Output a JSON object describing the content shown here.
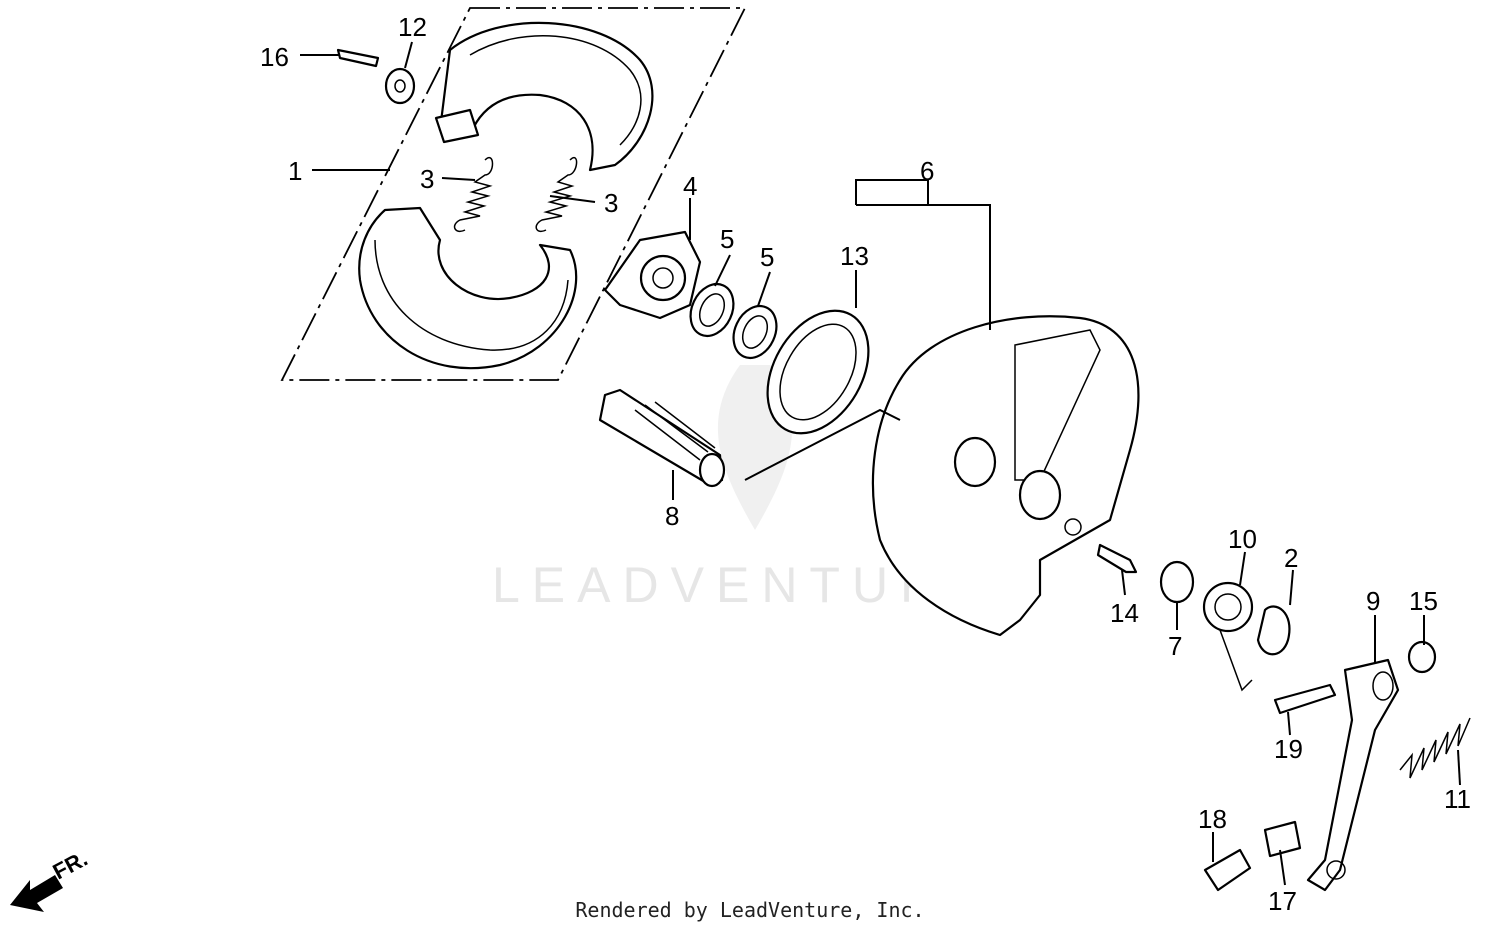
{
  "watermark": "LEADVENTURE",
  "footer": "Rendered by LeadVenture, Inc.",
  "front_indicator": "FR.",
  "callouts": {
    "c1": "1",
    "c2": "2",
    "c3a": "3",
    "c3b": "3",
    "c4": "4",
    "c5a": "5",
    "c5b": "5",
    "c6": "6",
    "c7": "7",
    "c8": "8",
    "c9": "9",
    "c10": "10",
    "c11": "11",
    "c12": "12",
    "c13": "13",
    "c14": "14",
    "c15": "15",
    "c16": "16",
    "c17": "17",
    "c18": "18",
    "c19": "19"
  }
}
